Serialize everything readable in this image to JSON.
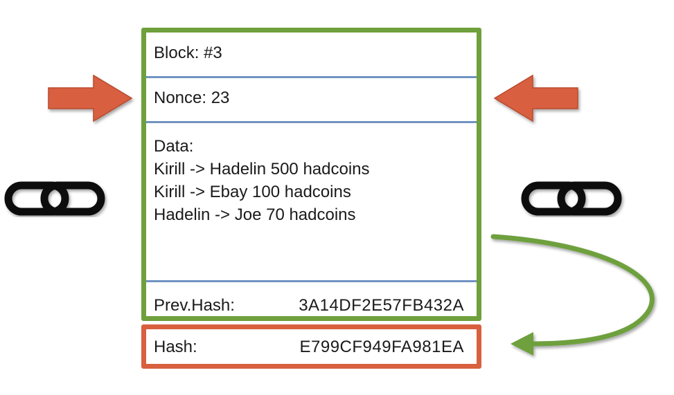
{
  "block": {
    "block_label": "Block: #3",
    "nonce_label": "Nonce: 23",
    "data_label": "Data:",
    "data_lines": [
      "Kirill -> Hadelin 500 hadcoins",
      "Kirill -> Ebay 100 hadcoins",
      "Hadelin -> Joe 70 hadcoins"
    ],
    "prev_hash_label": "Prev.Hash:",
    "prev_hash_value": "3A14DF2E57FB432A"
  },
  "hash": {
    "label": "Hash:",
    "value": "E799CF949FA981EA"
  },
  "colors": {
    "block_border": "#6ea03c",
    "hash_border": "#d8603f",
    "separator": "#6f93c2",
    "arrow_orange": "#d8603f",
    "curve_green": "#6ea03c",
    "chain_icon": "#111111"
  },
  "icons": {
    "left_chain": "chain-link-icon",
    "right_chain": "chain-link-icon",
    "left_arrow": "arrow-right-icon",
    "right_arrow": "arrow-left-icon",
    "curved_arrow": "curved-arrow-icon"
  }
}
